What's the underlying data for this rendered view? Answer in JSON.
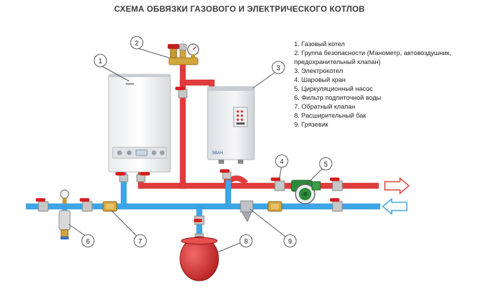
{
  "title": "СХЕМА ОБВЯЗКИ ГАЗОВОГО И ЭЛЕКТРИЧЕСКОГО КОТЛОВ",
  "legend": [
    "1. Газовый котел",
    "2. Группа безопасности (Манометр, автовоздушник, предохранительный клапан)",
    "3. Электрокотел",
    "4. Шаровый кран",
    "5. Циркуляционный насос",
    "6. Фильтр подпиточной воды",
    "7. Обратный клапан",
    "8. Расширительный бак",
    "9. Грязевик"
  ],
  "callouts": [
    "1",
    "2",
    "3",
    "4",
    "5",
    "6",
    "7",
    "8",
    "9"
  ],
  "electric_boiler_brand": "ЭВАН",
  "colors": {
    "supply_pipe": "#e03c3c",
    "return_pipe": "#3ca6e6",
    "valve_handle": "#d81e1e",
    "fitting": "#d4a640",
    "pump": "#2e8a3a",
    "expansion_tank": "#d83434"
  },
  "icons": [
    "gas-boiler-icon",
    "safety-group-icon",
    "electric-boiler-icon",
    "ball-valve-icon",
    "circulation-pump-icon",
    "filter-icon",
    "check-valve-icon",
    "expansion-tank-icon",
    "mud-trap-icon",
    "arrow-out-icon",
    "arrow-in-icon"
  ]
}
